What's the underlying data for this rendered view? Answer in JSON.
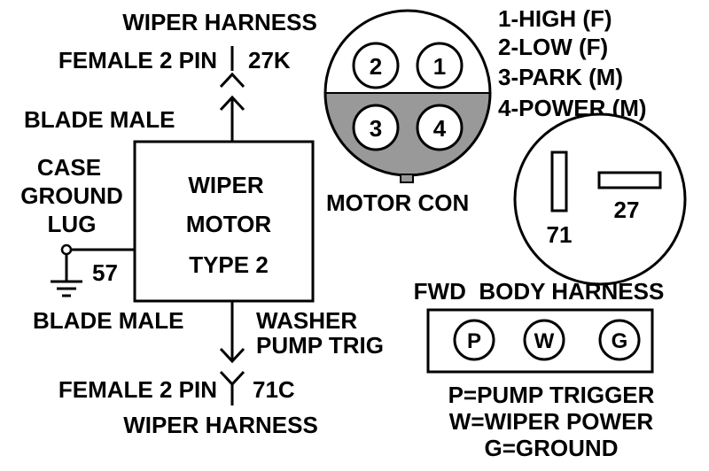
{
  "labels": {
    "top_harness": "WIPER HARNESS",
    "top_connector": "FEMALE 2 PIN",
    "top_wire": "27K",
    "top_blade": "BLADE MALE",
    "case_ground_1": "CASE",
    "case_ground_2": "GROUND",
    "case_ground_3": "LUG",
    "ground_wire": "57",
    "motor_line1": "WIPER",
    "motor_line2": "MOTOR",
    "motor_line3": "TYPE 2",
    "bottom_blade": "BLADE MALE",
    "washer_1": "WASHER",
    "washer_2": "PUMP TRIG",
    "bottom_connector": "FEMALE 2 PIN",
    "bottom_wire": "71C",
    "bottom_harness": "WIPER HARNESS"
  },
  "motor_connector": {
    "label": "MOTOR CON",
    "pins": [
      "2",
      "1",
      "3",
      "4"
    ],
    "legend": [
      "1-HIGH (F)",
      "2-LOW (F)",
      "3-PARK (M)",
      "4-POWER (M)"
    ],
    "upper_fill": "#ffffff",
    "lower_fill": "#999999"
  },
  "round_connector": {
    "slot_a": "71",
    "slot_b": "27"
  },
  "body_harness": {
    "title": "FWD  BODY HARNESS",
    "pins": [
      "P",
      "W",
      "G"
    ],
    "legend": [
      "P=PUMP TRIGGER",
      "W=WIPER POWER",
      "G=GROUND"
    ]
  }
}
